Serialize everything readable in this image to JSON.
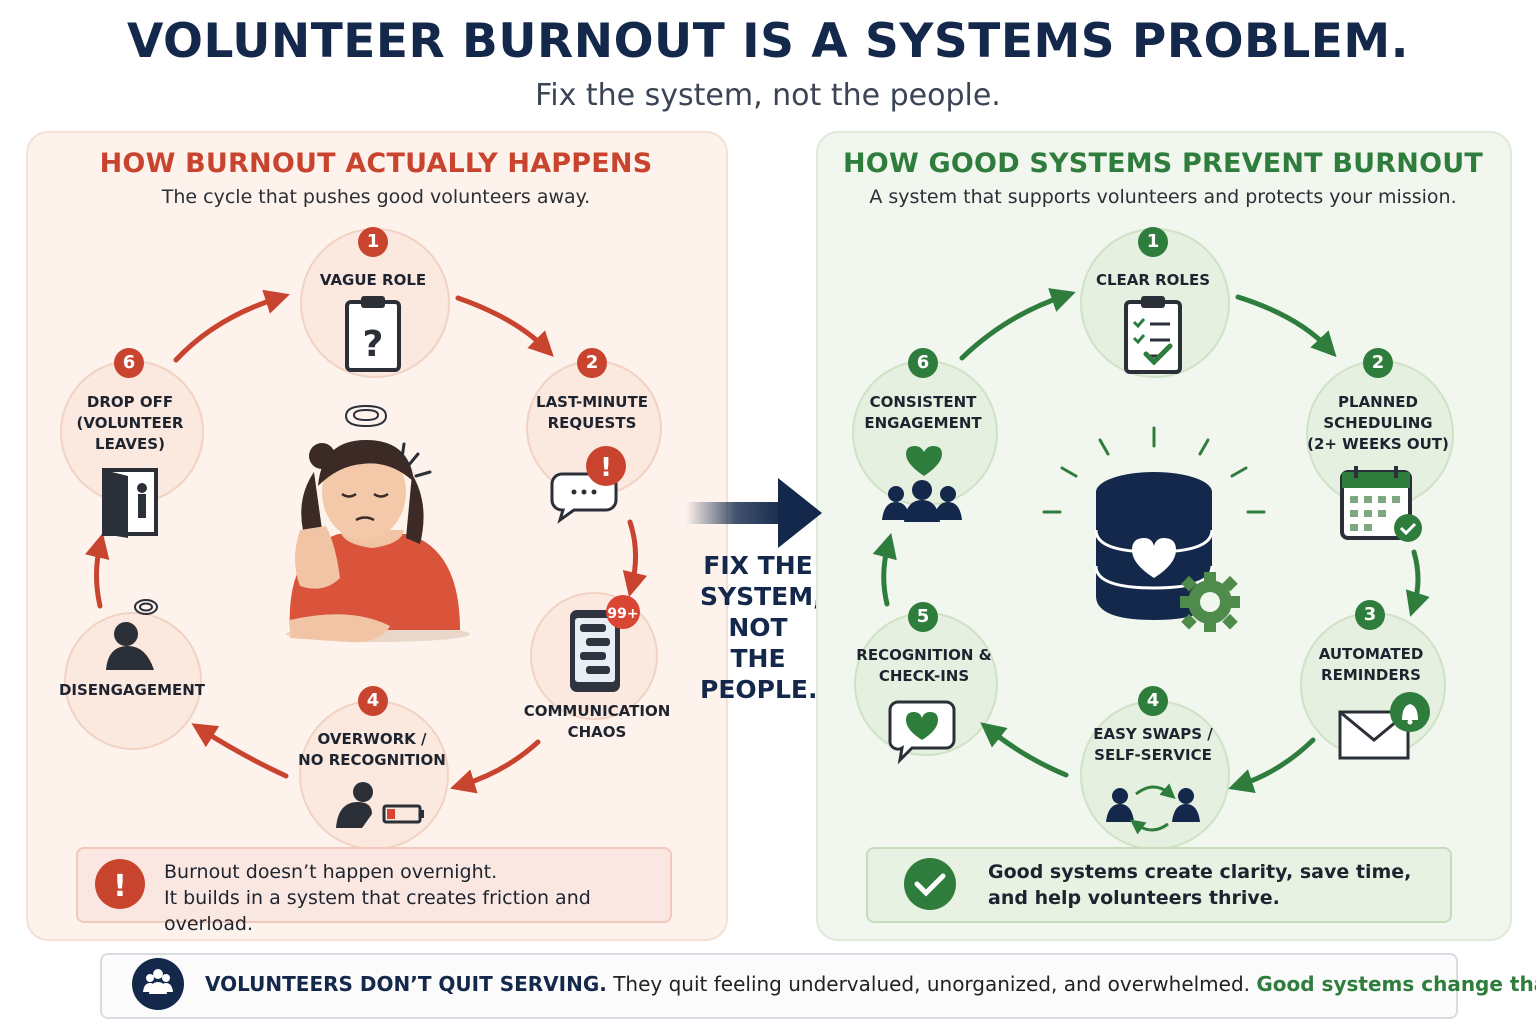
{
  "header": {
    "title": "VOLUNTEER BURNOUT IS A SYSTEMS PROBLEM.",
    "subtitle": "Fix the system, not the people."
  },
  "colors": {
    "navy": "#13284a",
    "red": "#c8442e",
    "green": "#2f7d3c"
  },
  "left_panel": {
    "title": "HOW BURNOUT ACTUALLY HAPPENS",
    "subtitle": "The cycle that pushes good volunteers away.",
    "nodes": [
      {
        "number": "1",
        "label_lines": [
          "VAGUE ROLE"
        ],
        "icon": "clipboard-question-icon"
      },
      {
        "number": "2",
        "label_lines": [
          "LAST-MINUTE",
          "REQUESTS"
        ],
        "icon": "chat-alert-icon"
      },
      {
        "number": "",
        "label_lines": [
          "COMMUNICATION",
          "CHAOS"
        ],
        "icon": "phone-messages-icon",
        "badge_text": "99+"
      },
      {
        "number": "4",
        "label_lines": [
          "OVERWORK /",
          "NO RECOGNITION"
        ],
        "icon": "tired-person-low-battery-icon"
      },
      {
        "number": "",
        "label_lines": [
          "DISENGAGEMENT"
        ],
        "icon": "disengaged-person-icon"
      },
      {
        "number": "6",
        "label_lines": [
          "DROP OFF",
          "(VOLUNTEER",
          "LEAVES)"
        ],
        "icon": "exit-door-icon"
      }
    ],
    "callout": {
      "line1": "Burnout doesn’t happen overnight.",
      "line2": "It builds in a system that creates friction and overload."
    }
  },
  "middle": {
    "lines": [
      "FIX THE",
      "SYSTEM,",
      "NOT THE",
      "PEOPLE."
    ]
  },
  "right_panel": {
    "title": "HOW GOOD SYSTEMS PREVENT BURNOUT",
    "subtitle": "A system that supports volunteers and protects your mission.",
    "nodes": [
      {
        "number": "1",
        "label_lines": [
          "CLEAR ROLES"
        ],
        "icon": "checklist-clipboard-icon"
      },
      {
        "number": "2",
        "label_lines": [
          "PLANNED",
          "SCHEDULING",
          "(2+ WEEKS OUT)"
        ],
        "icon": "calendar-check-icon"
      },
      {
        "number": "3",
        "label_lines": [
          "AUTOMATED",
          "REMINDERS"
        ],
        "icon": "envelope-bell-icon"
      },
      {
        "number": "4",
        "label_lines": [
          "EASY SWAPS /",
          "SELF-SERVICE"
        ],
        "icon": "people-swap-icon"
      },
      {
        "number": "5",
        "label_lines": [
          "RECOGNITION &",
          "CHECK-INS"
        ],
        "icon": "heart-chat-icon"
      },
      {
        "number": "6",
        "label_lines": [
          "CONSISTENT",
          "ENGAGEMENT"
        ],
        "icon": "heart-group-icon"
      }
    ],
    "callout": {
      "line1": "Good systems create clarity, save time,",
      "line2": "and help volunteers thrive."
    }
  },
  "footer": {
    "bold": "VOLUNTEERS DON’T QUIT SERVING.",
    "regular": "They quit feeling undervalued, unorganized, and overwhelmed.",
    "green": "Good systems change that."
  }
}
